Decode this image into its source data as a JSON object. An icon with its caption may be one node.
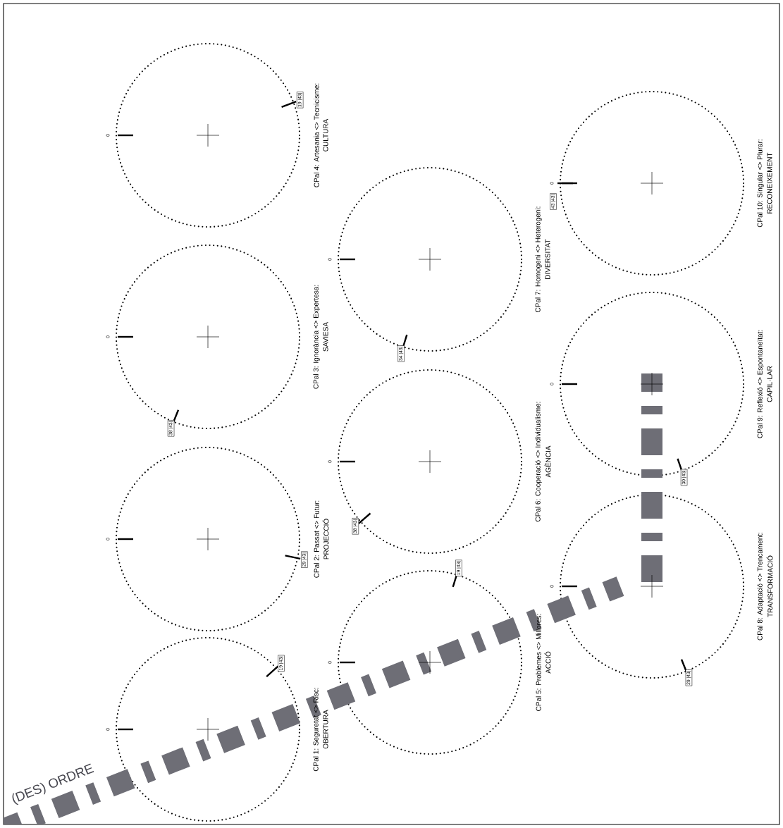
{
  "diagram": {
    "nodes": [
      {
        "text": [
          "CPal 1: Seguretat <> Risc:",
          "OBERTURA"
        ],
        "beside": [
          "0"
        ]
      },
      {
        "text": [
          "CPal 2: Passat <> Futur:",
          "PROJECCIÓ"
        ],
        "beside": [
          "0"
        ]
      },
      {
        "text": [
          "CPal 3: Ignorància <> Expertesa:",
          "SAVIESA"
        ],
        "beside": [
          "0"
        ]
      },
      {
        "text": [
          "CPal 4: Artesania <> Tecnicisme:",
          "CULTURA"
        ],
        "beside": [
          "0"
        ]
      },
      {
        "text": [
          "CPal 5: Problemes <> Millores:",
          "ACCIÓ"
        ],
        "beside": [
          "0"
        ]
      },
      {
        "text": [
          "CPal 6: Cooperació <> Individualisme:",
          "AGÈNCIA"
        ],
        "beside": [
          "0"
        ]
      },
      {
        "text": [
          "CPal 7: Homogeni <> Heterogeni:",
          "DIVERSITAT"
        ],
        "beside": [
          "0"
        ]
      },
      {
        "text": [
          "CPal 8: Adaptació <> Trencament:",
          "TRANSFORMACIÓ"
        ],
        "beside": [
          "0"
        ]
      },
      {
        "text": [
          "CPal 9: Reflexió <> Espontaneïtat:",
          "CAPIL·LAR"
        ],
        "beside": [
          "0"
        ]
      },
      {
        "text": [
          "CPal 10: Singular <> Plurar:",
          "RECONEIXEMENT"
        ],
        "beside": [
          "0"
        ]
      }
    ],
    "labels": [
      "(DES) ORDRE",
      "19 |43|",
      "29 |43|",
      "38 |43|",
      "19 |43|",
      "19 |43|",
      "38 |43|",
      "34 |43|",
      "29 |43|",
      "30 |43|",
      "43 |43|"
    ]
  }
}
